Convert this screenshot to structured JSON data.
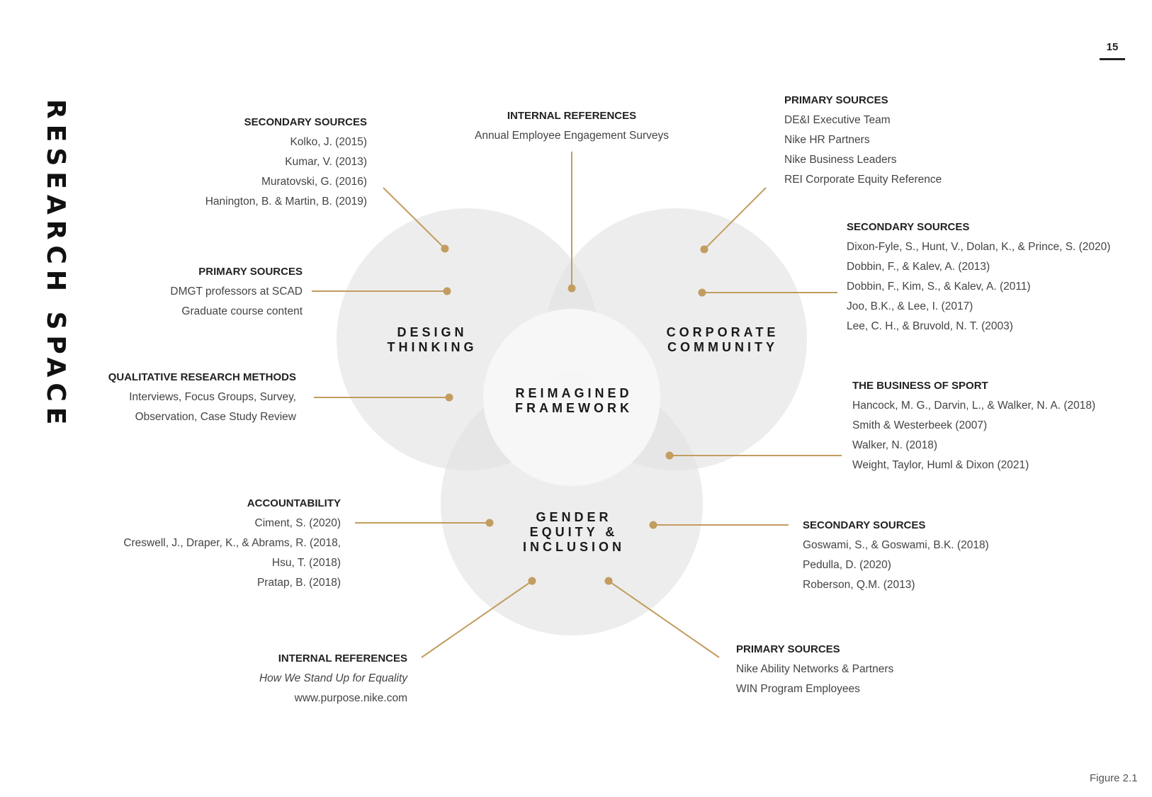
{
  "page_title": "RESEARCH SPACE",
  "page_number": "15",
  "figure_label": "Figure 2.1",
  "colors": {
    "accent": "#C29D5F",
    "circle": "#EBEBEB",
    "center": "#F8F8F8"
  },
  "circles": [
    {
      "id": "design",
      "label": "DESIGN\nTHINKING"
    },
    {
      "id": "corporate",
      "label": "CORPORATE\nCOMMUNITY"
    },
    {
      "id": "gender",
      "label": "GENDER\nEQUITY &\nINCLUSION"
    },
    {
      "id": "center",
      "label": "REIMAGINED\nFRAMEWORK"
    }
  ],
  "annotations": [
    {
      "id": "dt-secondary",
      "heading": "SECONDARY SOURCES",
      "items": [
        "Kolko, J. (2015)",
        "Kumar, V. (2013)",
        "Muratovski, G. (2016)",
        "Hanington, B. & Martin, B. (2019)"
      ]
    },
    {
      "id": "dt-primary",
      "heading": "PRIMARY SOURCES",
      "items": [
        "DMGT professors at SCAD",
        "Graduate course content"
      ]
    },
    {
      "id": "dt-qualitative",
      "heading": "QUALITATIVE RESEARCH METHODS",
      "items": [
        "Interviews, Focus Groups, Survey,",
        "Observation, Case Study Review"
      ]
    },
    {
      "id": "internal-top",
      "heading": "INTERNAL REFERENCES",
      "items": [
        "Annual Employee Engagement Surveys"
      ]
    },
    {
      "id": "cc-primary",
      "heading": "PRIMARY SOURCES",
      "items": [
        "DE&I Executive Team",
        "Nike HR Partners",
        "Nike Business Leaders",
        "REI Corporate Equity Reference"
      ]
    },
    {
      "id": "cc-secondary",
      "heading": "SECONDARY SOURCES",
      "items": [
        "Dixon-Fyle, S., Hunt, V., Dolan, K., & Prince, S. (2020)",
        "Dobbin, F., & Kalev, A. (2013)",
        "Dobbin, F., Kim, S., & Kalev, A. (2011)",
        "Joo, B.K., & Lee, I. (2017)",
        "Lee, C. H., & Bruvold, N. T. (2003)"
      ]
    },
    {
      "id": "business-sport",
      "heading": "THE BUSINESS OF SPORT",
      "items": [
        "Hancock, M. G., Darvin, L., & Walker, N. A. (2018)",
        "Smith & Westerbeek (2007)",
        "Walker, N. (2018)",
        "Weight, Taylor, Huml & Dixon (2021)"
      ]
    },
    {
      "id": "accountability",
      "heading": "ACCOUNTABILITY",
      "items": [
        "Ciment, S. (2020)",
        "Creswell, J., Draper, K., & Abrams, R. (2018,",
        "Hsu, T. (2018)",
        "Pratap, B. (2018)"
      ]
    },
    {
      "id": "gei-secondary",
      "heading": "SECONDARY SOURCES",
      "items": [
        "Goswami, S., & Goswami, B.K. (2018)",
        "Pedulla, D. (2020)",
        "Roberson, Q.M. (2013)"
      ]
    },
    {
      "id": "internal-bottom",
      "heading": "INTERNAL REFERENCES",
      "items": [
        "How We Stand Up for Equality",
        "www.purpose.nike.com"
      ]
    },
    {
      "id": "gei-primary",
      "heading": "PRIMARY SOURCES",
      "items": [
        "Nike Ability Networks & Partners",
        "WIN Program Employees"
      ]
    }
  ]
}
